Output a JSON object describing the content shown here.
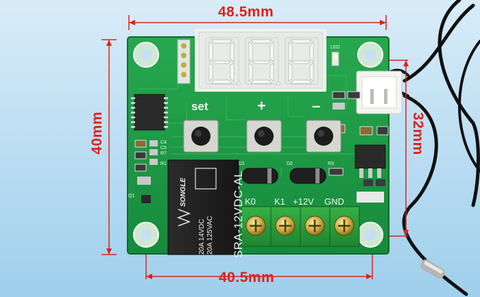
{
  "dimensions": {
    "width_top": "48.5mm",
    "width_bottom": "40.5mm",
    "height_left": "40mm",
    "height_right": "32mm"
  },
  "board_labels": {
    "set": "set",
    "plus": "+",
    "minus": "–",
    "k0": "K0",
    "k1": "K1",
    "v12": "+12V",
    "gnd": "GND",
    "led": "LED",
    "d1": "D1",
    "d2": "D2",
    "r3": "R3",
    "q1": "Q1",
    "c4": "C4",
    "c5": "C5",
    "r7": "R7",
    "r1": "R1"
  },
  "relay": {
    "model": "SRA-12VDC-AL",
    "brand": "SONGLE",
    "rating_1": "20A 14VDC",
    "rating_2": "20A 125VAC"
  },
  "colors": {
    "pcb": "#1f9a46",
    "dimension": "#e0201c",
    "display_segment": "#ffffff",
    "relay_body": "#1e1e1e",
    "terminal_block": "#2a9a3a"
  }
}
